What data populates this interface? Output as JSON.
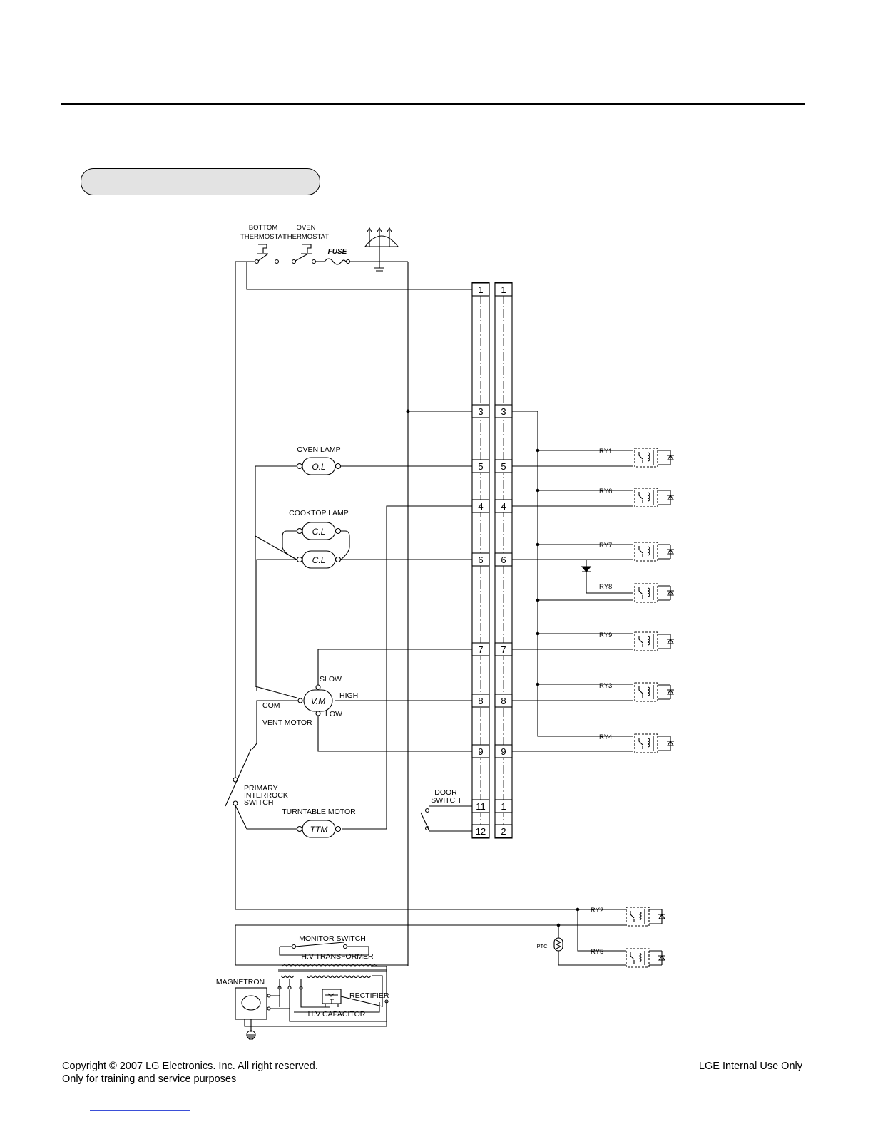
{
  "labels": {
    "bottom_thermostat": [
      "BOTTOM",
      "THERMOSTAT"
    ],
    "oven_thermostat": [
      "OVEN",
      "THERMOSTAT"
    ],
    "fuse": "FUSE",
    "oven_lamp": "OVEN LAMP",
    "oven_lamp_symbol": "O.L",
    "cooktop_lamp": "COOKTOP LAMP",
    "cooktop_lamp_symbol": "C.L",
    "vent_motor_symbol": "V.M",
    "slow": "SLOW",
    "high": "HIGH",
    "com": "COM",
    "low": "LOW",
    "vent_motor": "VENT MOTOR",
    "primary_interlock": [
      "PRIMARY",
      "INTERROCK",
      "SWITCH"
    ],
    "turntable_motor": "TURNTABLE MOTOR",
    "turntable_symbol": "TTM",
    "door_switch": [
      "DOOR",
      "SWITCH"
    ],
    "monitor_switch": "MONITOR SWITCH",
    "hv_transformer": "H.V TRANSFORMER",
    "magnetron": "MAGNETRON",
    "rectifier": "RECTIFIER",
    "hv_capacitor": "H.V CAPACITOR",
    "ptc": "PTC"
  },
  "connector_left": [
    "1",
    "3",
    "5",
    "4",
    "6",
    "7",
    "8",
    "9",
    "11",
    "12"
  ],
  "connector_right": [
    "1",
    "3",
    "5",
    "4",
    "6",
    "7",
    "8",
    "9",
    "1",
    "2"
  ],
  "relays": [
    "RY1",
    "RY6",
    "RY7",
    "RY8",
    "RY9",
    "RY3",
    "RY4",
    "RY2",
    "RY5"
  ],
  "footer": {
    "copyright": "Copyright © 2007 LG Electronics. Inc. All right reserved.",
    "purpose": "Only for training and service purposes",
    "internal": "LGE Internal Use Only"
  }
}
